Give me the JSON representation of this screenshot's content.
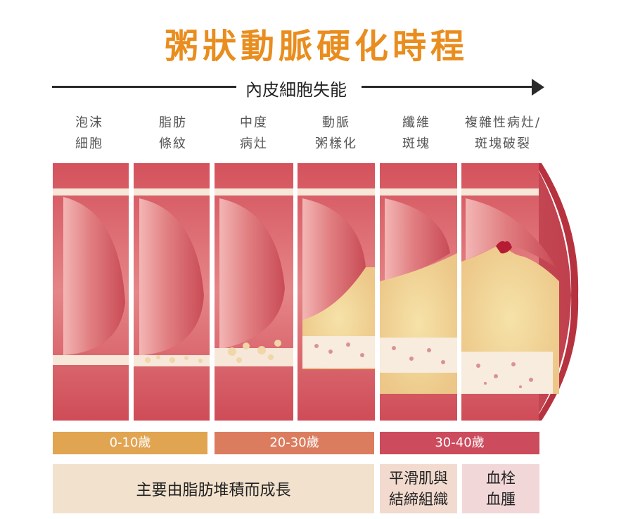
{
  "title": "粥狀動脈硬化時程",
  "progression_label": "內皮細胞失能",
  "stages": [
    {
      "line1": "泡沫",
      "line2": "細胞"
    },
    {
      "line1": "脂肪",
      "line2": "條紋"
    },
    {
      "line1": "中度",
      "line2": "病灶"
    },
    {
      "line1": "動脈",
      "line2": "粥樣化"
    },
    {
      "line1": "纖維",
      "line2": "斑塊"
    },
    {
      "line1": "複雜性病灶/",
      "line2": "斑塊破裂"
    }
  ],
  "age_ranges": [
    {
      "label": "0-10歲",
      "color": "#e1a451"
    },
    {
      "label": "20-30歲",
      "color": "#db7c5e"
    },
    {
      "label": "30-40歲",
      "color": "#cc4b5d"
    }
  ],
  "descriptions": [
    {
      "line1": "主要由脂肪堆積而成長",
      "line2": "",
      "bg": "#f2e2cd"
    },
    {
      "line1": "平滑肌與",
      "line2": "結締組織",
      "bg": "#f2dacf"
    },
    {
      "line1": "血栓",
      "line2": "血腫",
      "bg": "#f2d7d9"
    }
  ]
}
